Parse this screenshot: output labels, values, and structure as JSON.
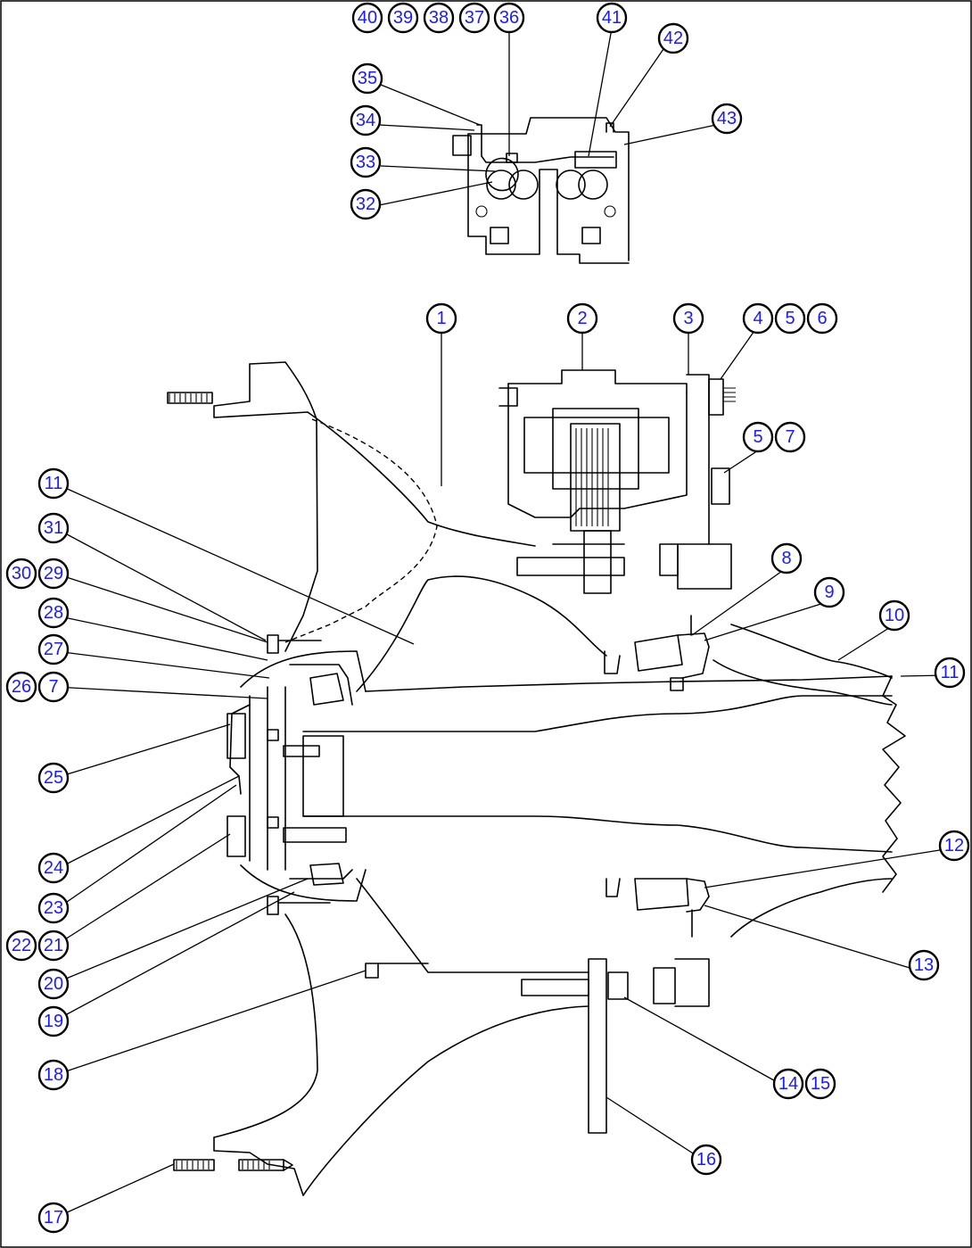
{
  "diagram": {
    "callouts": [
      "1",
      "2",
      "3",
      "4",
      "5",
      "6",
      "5",
      "7",
      "8",
      "9",
      "10",
      "11",
      "11",
      "12",
      "13",
      "14",
      "15",
      "16",
      "17",
      "18",
      "19",
      "20",
      "21",
      "22",
      "23",
      "24",
      "25",
      "26",
      "7",
      "27",
      "28",
      "29",
      "30",
      "31",
      "32",
      "33",
      "34",
      "35",
      "36",
      "37",
      "38",
      "39",
      "40",
      "41",
      "42",
      "43"
    ],
    "colors": {
      "callout_text": "#1a1aff",
      "line": "#000000",
      "background": "#ffffff"
    }
  }
}
